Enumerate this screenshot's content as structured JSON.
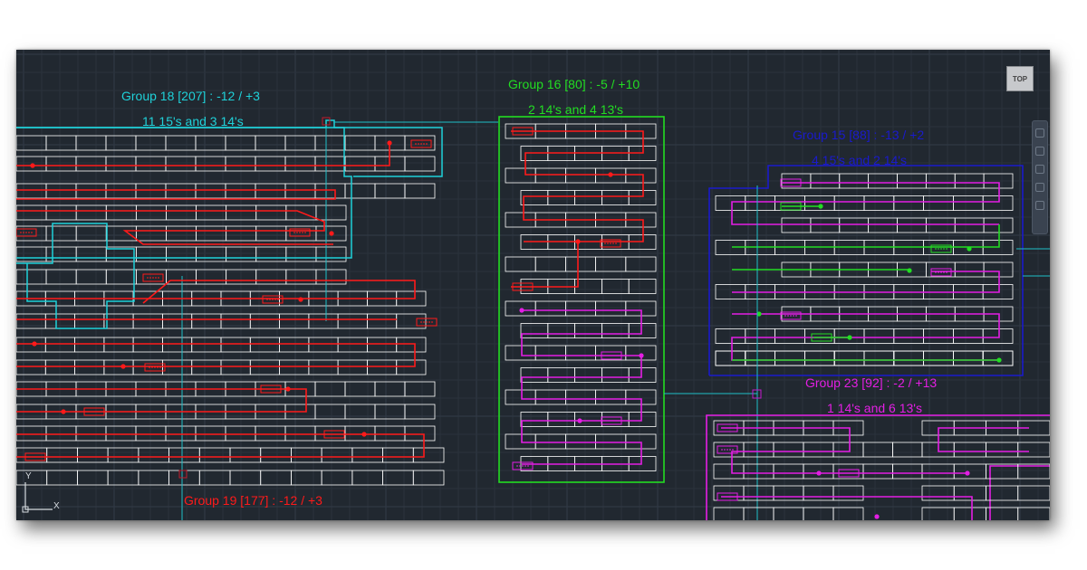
{
  "view": {
    "cube_label": "TOP"
  },
  "ucs": {
    "x_label": "X",
    "y_label": "Y"
  },
  "colors": {
    "background": "#212830",
    "grid_minor": "#2a323c",
    "grid_major": "#323b47",
    "module": "#ffffff",
    "group18": "#1fd1d9",
    "group16": "#22dd22",
    "group15": "#1a1acc",
    "group23": "#e41ee4",
    "group19": "#ff1a1a",
    "connector": "#1fbfc8"
  },
  "groups": {
    "g18": {
      "title": "Group 18 [207] : -12 / +3",
      "subtitle": "11 15's and 3 14's"
    },
    "g16": {
      "title": "Group 16 [80] : -5 / +10",
      "subtitle": "2 14's and 4 13's"
    },
    "g15": {
      "title": "Group 15 [88] : -13 / +2",
      "subtitle": "4 15's and 2 14's"
    },
    "g23": {
      "title": "Group 23 [92] : -2 / +13",
      "subtitle": "1 14's and 6 13's"
    },
    "g19": {
      "title": "Group 19 [177] : -12 / +3"
    }
  }
}
